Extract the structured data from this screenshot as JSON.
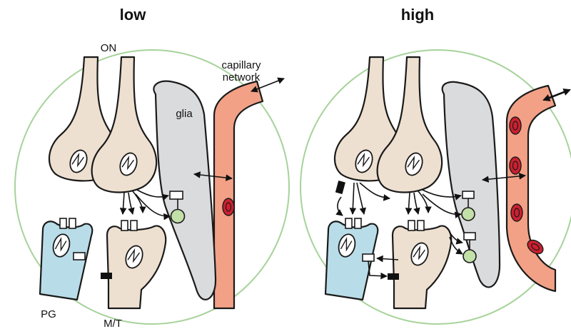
{
  "panels": {
    "low": {
      "title": "low"
    },
    "high": {
      "title": "high"
    }
  },
  "labels": {
    "on": "ON",
    "capillary_line1": "capillary",
    "capillary_line2": "network",
    "glia": "glia",
    "pg": "PG",
    "mt": "M/T"
  },
  "colors": {
    "axon": "#eee0d0",
    "pg_cell": "#b9dde8",
    "glia": "#dadbdd",
    "capillary": "#f2a186",
    "blood_cell": "#cc2030",
    "glomerulus_ring": "#a6d39a",
    "glial_receptor": "#c2e0a8"
  }
}
